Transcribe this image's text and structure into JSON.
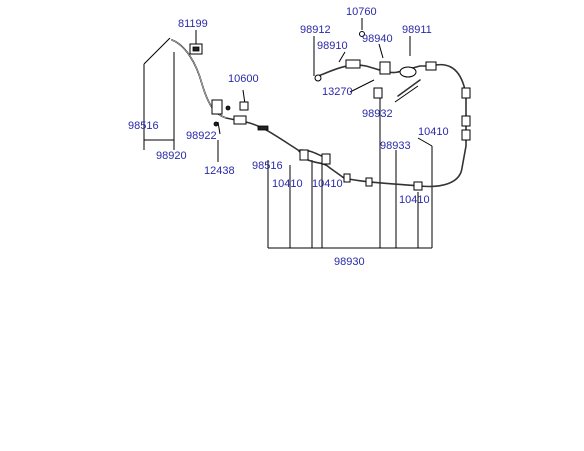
{
  "labels": {
    "p81199": "81199",
    "p10600": "10600",
    "p98516a": "98516",
    "p98922": "98922",
    "p98920": "98920",
    "p12438": "12438",
    "p98912": "98912",
    "p10760": "10760",
    "p98910": "98910",
    "p98940": "98940",
    "p98911": "98911",
    "p13270": "13270",
    "p98932": "98932",
    "p98933": "98933",
    "p10410a": "10410",
    "p98516b": "98516",
    "p10410b": "10410",
    "p10410c": "10410",
    "p10410d": "10410",
    "p98930": "98930"
  }
}
